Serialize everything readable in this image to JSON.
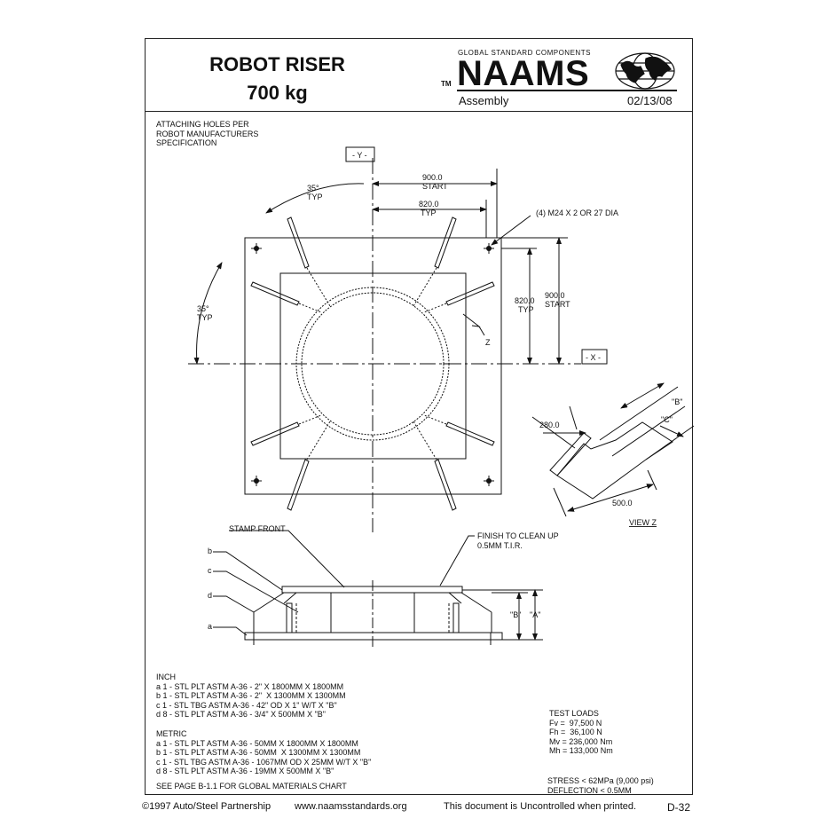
{
  "header": {
    "title_line1": "ROBOT RISER",
    "title_line2": "700 kg",
    "tagline": "GLOBAL STANDARD COMPONENTS",
    "brand": "NAAMS",
    "tm": "TM",
    "subtitle": "Assembly",
    "date": "02/13/08"
  },
  "plan_view": {
    "note": "ATTACHING HOLES PER\nROBOT MANUFACTURERS\nSPECIFICATION",
    "y_axis_label": "- Y -",
    "x_axis_label": "- X -",
    "angle_top": "35°",
    "angle_top_sub": "TYP",
    "angle_left": "35°",
    "angle_left_sub": "TYP",
    "dim_900_top": "900.0",
    "dim_900_top_sub": "START",
    "dim_820_top": "820.0",
    "dim_820_top_sub": "TYP",
    "dim_820_right": "820.0",
    "dim_820_right_sub": "TYP",
    "dim_900_right": "900.0",
    "dim_900_right_sub": "START",
    "hole_callout": "(4) M24 X 2 OR 27 DIA",
    "z_label": "Z"
  },
  "view_z": {
    "dim_280": "280.0",
    "dim_500": "500.0",
    "label_b": "\"B\"",
    "label_c": "\"C\"",
    "title": "VIEW Z"
  },
  "section_view": {
    "stamp_front": "STAMP FRONT",
    "finish": "FINISH TO CLEAN UP\n0.5MM T.I.R.",
    "part_b": "b",
    "part_c": "c",
    "part_d": "d",
    "part_a": "a",
    "dim_b": "\"B\"",
    "dim_a": "\"A\""
  },
  "materials": {
    "inch_text": "INCH\na 1 - STL PLT ASTM A-36 - 2\" X 1800MM X 1800MM\nb 1 - STL PLT ASTM A-36 - 2\"  X 1300MM X 1300MM\nc 1 - STL TBG ASTM A-36 - 42\" OD X 1\" W/T X \"B\"\nd 8 - STL PLT ASTM A-36 - 3/4\" X 500MM X \"B\"",
    "metric_text": "METRIC\na 1 - STL PLT ASTM A-36 - 50MM X 1800MM X 1800MM\nb 1 - STL PLT ASTM A-36 - 50MM  X 1300MM X 1300MM\nc 1 - STL TBG ASTM A-36 - 1067MM OD X 25MM W/T X \"B\"\nd 8 - STL PLT ASTM A-36 - 19MM X 500MM X \"B\"",
    "see_page": "SEE PAGE B-1.1 FOR GLOBAL MATERIALS CHART"
  },
  "test_loads": {
    "text": "TEST LOADS\nFv =  97,500 N\nFh =  36,100 N\nMv = 236,000 Nm\nMh = 133,000 Nm",
    "stress": "STRESS < 62MPa (9,000 psi)\nDEFLECTION < 0.5MM"
  },
  "footer": {
    "copyright": "©1997 Auto/Steel Partnership",
    "website": "www.naamsstandards.org",
    "uncontrolled": "This document is Uncontrolled when printed.",
    "page": "D-32"
  }
}
